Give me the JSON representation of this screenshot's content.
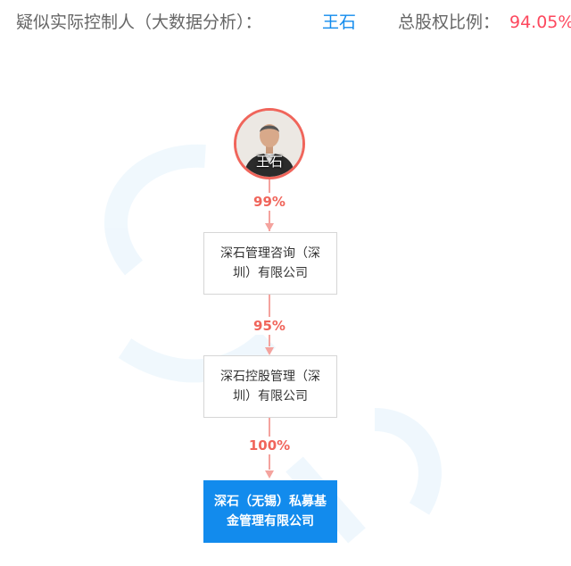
{
  "header": {
    "controller_label": "疑似实际控制人（大数据分析）：",
    "controller_name": "王石",
    "ratio_label": "总股权比例：",
    "ratio_value": "94.05%"
  },
  "person": {
    "name": "王石",
    "ring_color": "#f0655b"
  },
  "edges": [
    {
      "percent": "99%"
    },
    {
      "percent": "95%"
    },
    {
      "percent": "100%"
    }
  ],
  "companies": [
    {
      "name": "深石管理咨询（深圳）有限公司"
    },
    {
      "name": "深石控股管理（深圳）有限公司"
    },
    {
      "name": "深石（无锡）私募基金管理有限公司"
    }
  ],
  "colors": {
    "link_blue": "#128bed",
    "percent_red": "#f0655b",
    "ratio_red": "#fd485e",
    "edge_pink": "#f4a39e",
    "label_gray": "#666666"
  }
}
